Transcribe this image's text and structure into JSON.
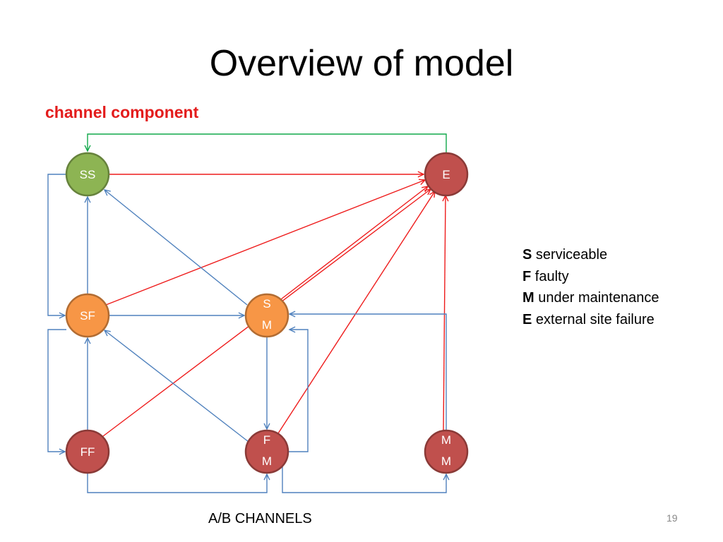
{
  "slide": {
    "title": "Overview of model",
    "subtitle": "channel component",
    "footer_label": "A/B CHANNELS",
    "page_number": "19"
  },
  "colors": {
    "serviceable_node": "#8db453",
    "failure_node": "#c0504d",
    "maintenance_node": "#f79646",
    "blue_edge": "#4f81bd",
    "red_edge": "#ee1c1c",
    "green_edge": "#11a84a",
    "subtitle_text": "#e31c1c"
  },
  "nodes": [
    {
      "id": "SS",
      "lines": [
        "SS"
      ],
      "color": "#8db453"
    },
    {
      "id": "E",
      "lines": [
        "E"
      ],
      "color": "#c0504d"
    },
    {
      "id": "SF",
      "lines": [
        "SF"
      ],
      "color": "#f79646"
    },
    {
      "id": "SM",
      "lines": [
        "S",
        "M"
      ],
      "color": "#f79646"
    },
    {
      "id": "FF",
      "lines": [
        "FF"
      ],
      "color": "#c0504d"
    },
    {
      "id": "FM",
      "lines": [
        "F",
        "M"
      ],
      "color": "#c0504d"
    },
    {
      "id": "MM",
      "lines": [
        "M",
        "M"
      ],
      "color": "#c0504d"
    }
  ],
  "edges": [
    {
      "from": "E",
      "to": "SS",
      "color": "green"
    },
    {
      "from": "SS",
      "to": "E",
      "color": "red"
    },
    {
      "from": "SF",
      "to": "E",
      "color": "red"
    },
    {
      "from": "SM",
      "to": "E",
      "color": "red"
    },
    {
      "from": "FF",
      "to": "E",
      "color": "red"
    },
    {
      "from": "FM",
      "to": "E",
      "color": "red"
    },
    {
      "from": "MM",
      "to": "E",
      "color": "red"
    },
    {
      "from": "SS",
      "to": "SF",
      "color": "blue"
    },
    {
      "from": "SF",
      "to": "SS",
      "color": "blue"
    },
    {
      "from": "SM",
      "to": "SS",
      "color": "blue"
    },
    {
      "from": "SF",
      "to": "SM",
      "color": "blue"
    },
    {
      "from": "FF",
      "to": "SF",
      "color": "blue"
    },
    {
      "from": "SF",
      "to": "FF",
      "color": "blue"
    },
    {
      "from": "FM",
      "to": "SF",
      "color": "blue"
    },
    {
      "from": "SM",
      "to": "FM",
      "color": "blue"
    },
    {
      "from": "FM",
      "to": "SM",
      "color": "blue"
    },
    {
      "from": "MM",
      "to": "SM",
      "color": "blue"
    },
    {
      "from": "FF",
      "to": "FM",
      "color": "blue"
    },
    {
      "from": "FM",
      "to": "MM",
      "color": "blue"
    }
  ],
  "legend": [
    {
      "key": "S",
      "text": "serviceable"
    },
    {
      "key": "F",
      "text": "faulty"
    },
    {
      "key": "M",
      "text": "under maintenance"
    },
    {
      "key": "E",
      "text": "external site failure"
    }
  ]
}
